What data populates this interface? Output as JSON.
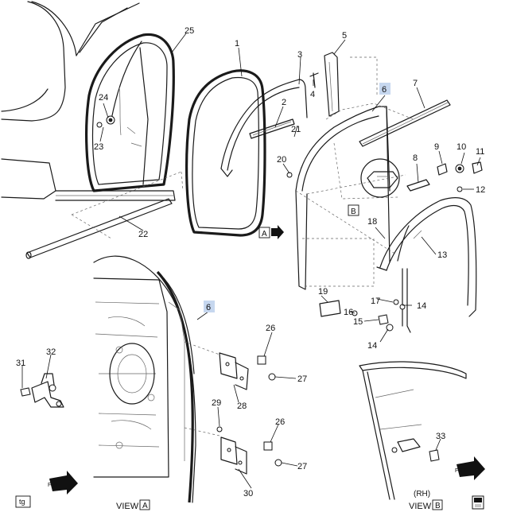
{
  "callouts": [
    {
      "id": "1",
      "text": "1"
    },
    {
      "id": "2",
      "text": "2"
    },
    {
      "id": "3",
      "text": "3"
    },
    {
      "id": "4",
      "text": "4"
    },
    {
      "id": "5",
      "text": "5"
    },
    {
      "id": "6",
      "text": "6"
    },
    {
      "id": "6b",
      "text": "6"
    },
    {
      "id": "7",
      "text": "7"
    },
    {
      "id": "8",
      "text": "8"
    },
    {
      "id": "9",
      "text": "9"
    },
    {
      "id": "10",
      "text": "10"
    },
    {
      "id": "11",
      "text": "11"
    },
    {
      "id": "12",
      "text": "12"
    },
    {
      "id": "13",
      "text": "13"
    },
    {
      "id": "14",
      "text": "14"
    },
    {
      "id": "14b",
      "text": "14"
    },
    {
      "id": "15",
      "text": "15"
    },
    {
      "id": "16",
      "text": "16"
    },
    {
      "id": "17",
      "text": "17"
    },
    {
      "id": "18",
      "text": "18"
    },
    {
      "id": "19",
      "text": "19"
    },
    {
      "id": "20",
      "text": "20"
    },
    {
      "id": "21",
      "text": "21"
    },
    {
      "id": "22",
      "text": "22"
    },
    {
      "id": "23",
      "text": "23"
    },
    {
      "id": "24",
      "text": "24"
    },
    {
      "id": "25",
      "text": "25"
    },
    {
      "id": "26",
      "text": "26"
    },
    {
      "id": "26b",
      "text": "26"
    },
    {
      "id": "27",
      "text": "27"
    },
    {
      "id": "27b",
      "text": "27"
    },
    {
      "id": "28",
      "text": "28"
    },
    {
      "id": "29",
      "text": "29"
    },
    {
      "id": "30",
      "text": "30"
    },
    {
      "id": "31",
      "text": "31"
    },
    {
      "id": "32",
      "text": "32"
    },
    {
      "id": "33",
      "text": "33"
    }
  ],
  "view_markers": {
    "a_box": "A",
    "b_box": "B",
    "view_a_prefix": "VIEW",
    "view_a_letter": "A",
    "view_b_prefix": "VIEW",
    "view_b_letter": "B",
    "rh_note": "(RH)"
  },
  "frt_labels": {
    "left": "FRT",
    "right": "FRT"
  },
  "corner_tag": "tg",
  "highlight_color": "#c6d7ef"
}
